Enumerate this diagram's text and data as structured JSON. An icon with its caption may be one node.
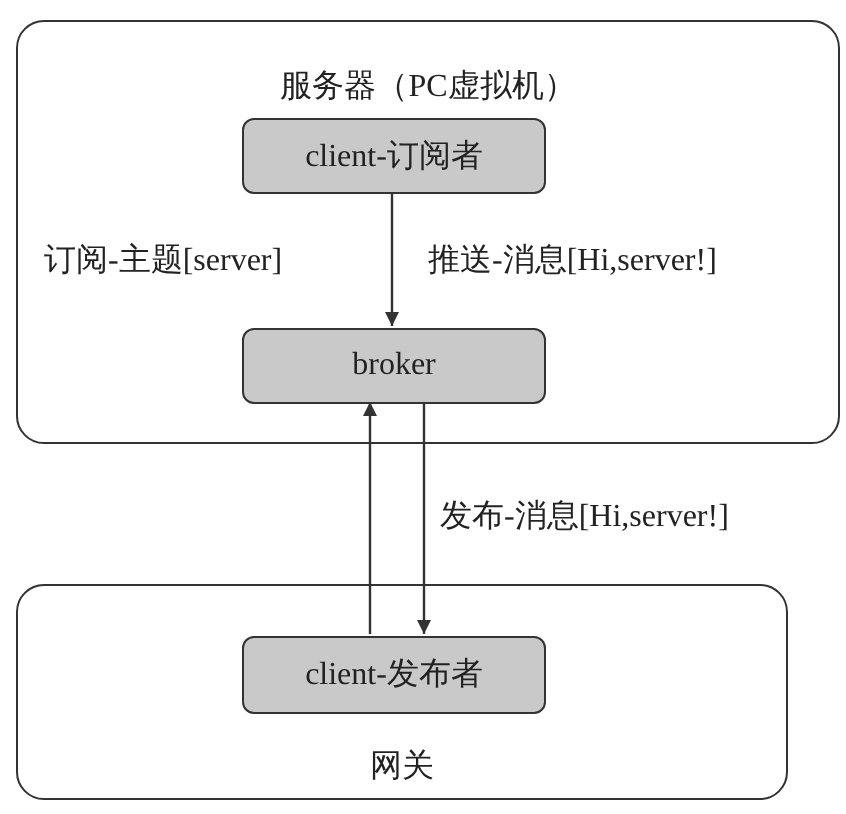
{
  "diagram": {
    "nodes": [
      {
        "text": [
          "服务器（PC虚拟机）"
        ]
      },
      {
        "text": [
          "client-订阅者"
        ],
        "in": 0
      },
      {
        "text": [
          "broker"
        ],
        "in": 0
      },
      {
        "text": [
          "网关"
        ]
      },
      {
        "text": [
          "client-发布者"
        ],
        "in": 3
      }
    ],
    "edges": [
      {
        "from": 1,
        "to": 2,
        "arrow": "to"
      },
      {
        "from": 4,
        "to": 2,
        "arrow": "to"
      },
      {
        "from": 2,
        "to": 4,
        "arrow": "to"
      }
    ],
    "labels": [
      "订阅-主题[server]",
      "推送-消息[Hi,server!]",
      "发布-消息[Hi,server!]"
    ]
  }
}
